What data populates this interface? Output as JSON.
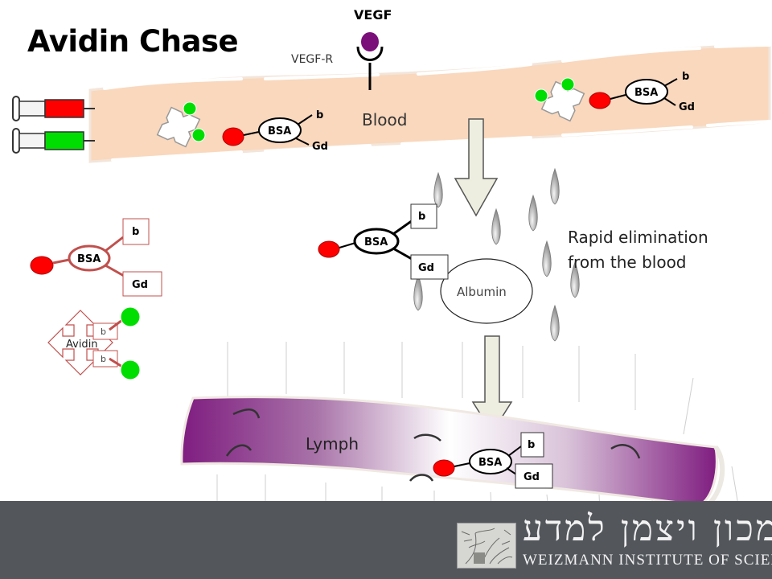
{
  "title": "Avidin Chase",
  "labels": {
    "vegf": "VEGF",
    "vegf_r": "VEGF-R",
    "blood": "Blood",
    "lymph": "Lymph",
    "albumin": "Albumin",
    "avidin": "Avidin",
    "elimination_line1": "Rapid elimination",
    "elimination_line2": "from the blood",
    "bsa": "BSA",
    "b": "b",
    "gd": "Gd"
  },
  "footer": {
    "hebrew": "מכון ויצמן למדע",
    "institute": "WEIZMANN INSTITUTE OF SCIENCE"
  },
  "colors": {
    "vessel": "#f9d8bd",
    "vegf": "#7a0f7a",
    "red": "#ff0000",
    "green": "#00dd00",
    "lymph_purple": "#7f1d80",
    "arrow_fill": "#eeeee0",
    "footer": "#53575c"
  }
}
